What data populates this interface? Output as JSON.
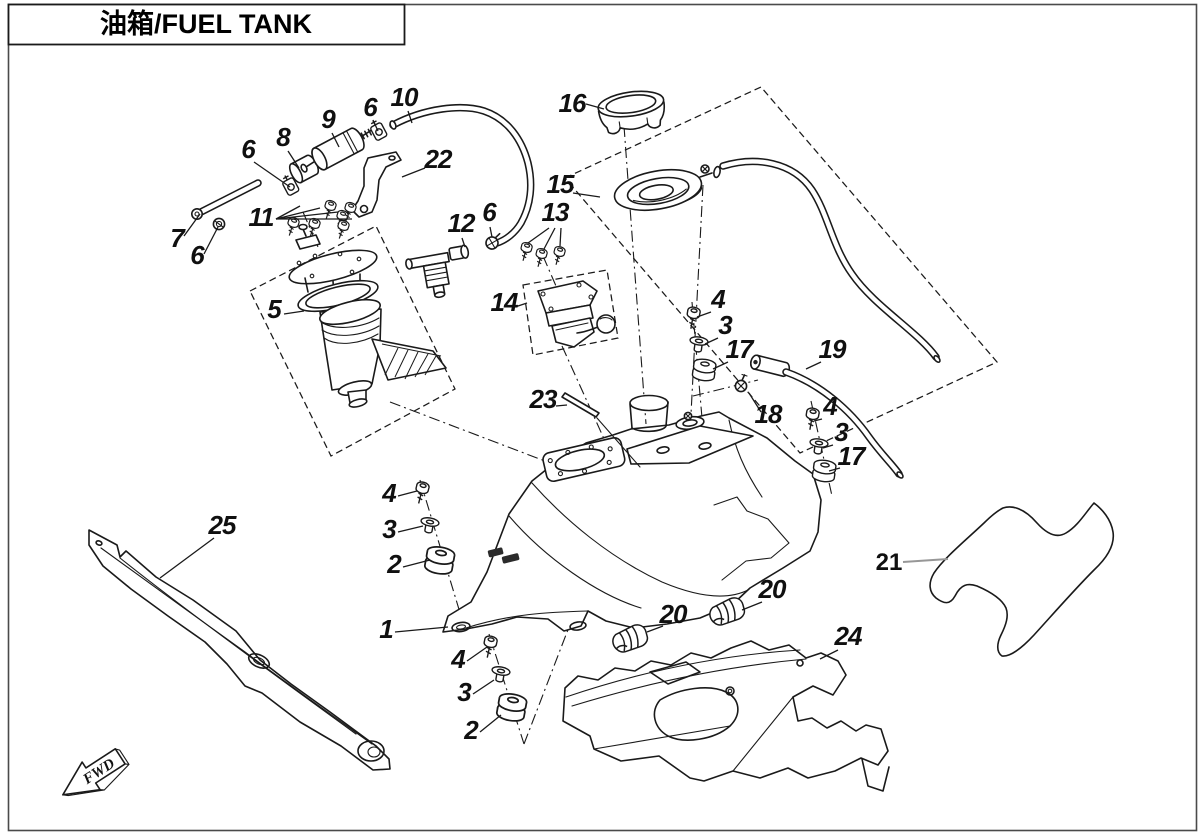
{
  "title": "油箱/FUEL TANK",
  "fwd_label": "FWD",
  "colors": {
    "ink": "#1a1a1a",
    "border": "#555555",
    "leader21": "#979797"
  },
  "callouts": [
    {
      "n": "16"
    },
    {
      "n": "6"
    },
    {
      "n": "8"
    },
    {
      "n": "9"
    },
    {
      "n": "6"
    },
    {
      "n": "10"
    },
    {
      "n": "22"
    },
    {
      "n": "7"
    },
    {
      "n": "6"
    },
    {
      "n": "11"
    },
    {
      "n": "12"
    },
    {
      "n": "6"
    },
    {
      "n": "15"
    },
    {
      "n": "13"
    },
    {
      "n": "5"
    },
    {
      "n": "14"
    },
    {
      "n": "23"
    },
    {
      "n": "4"
    },
    {
      "n": "3"
    },
    {
      "n": "17"
    },
    {
      "n": "19"
    },
    {
      "n": "18"
    },
    {
      "n": "4"
    },
    {
      "n": "3"
    },
    {
      "n": "17"
    },
    {
      "n": "25"
    },
    {
      "n": "4"
    },
    {
      "n": "3"
    },
    {
      "n": "2"
    },
    {
      "n": "1"
    },
    {
      "n": "4"
    },
    {
      "n": "3"
    },
    {
      "n": "2"
    },
    {
      "n": "20"
    },
    {
      "n": "20"
    },
    {
      "n": "24"
    },
    {
      "n": "21"
    }
  ]
}
